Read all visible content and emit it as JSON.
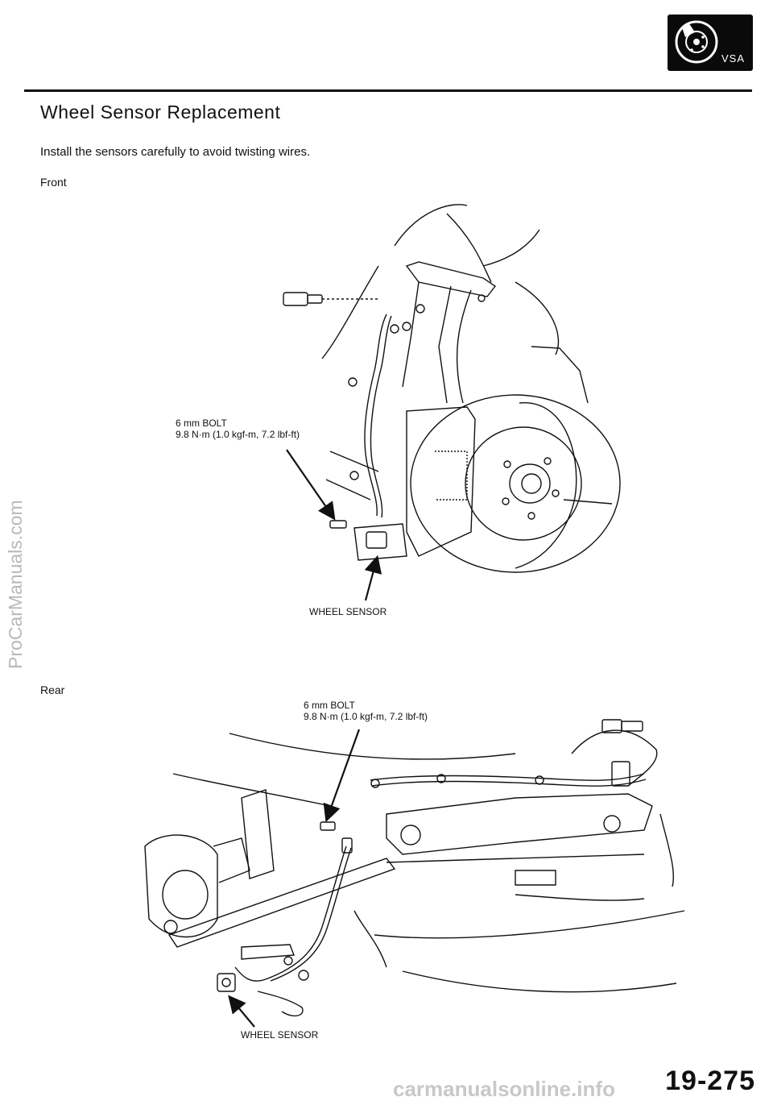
{
  "header": {
    "badge_label": "VSA",
    "badge_icon": "brake-disc-icon"
  },
  "title": "Wheel Sensor Replacement",
  "instruction": "Install the sensors carefully to avoid twisting wires.",
  "front": {
    "label": "Front",
    "bolt_callout": {
      "line1": "6 mm BOLT",
      "line2": "9.8 N·m (1.0 kgf-m, 7.2 lbf-ft)"
    },
    "sensor_callout": "WHEEL SENSOR"
  },
  "rear": {
    "label": "Rear",
    "bolt_callout": {
      "line1": "6 mm BOLT",
      "line2": "9.8 N·m (1.0 kgf-m, 7.2 lbf-ft)"
    },
    "sensor_callout": "WHEEL SENSOR"
  },
  "watermark": "ProCarManuals.com",
  "page_number": "19-275",
  "footer_watermark": "carmanualsonline.info",
  "colors": {
    "ink": "#111111",
    "badge_bg": "#0a0a0a",
    "watermark": "#b8b8b8"
  }
}
